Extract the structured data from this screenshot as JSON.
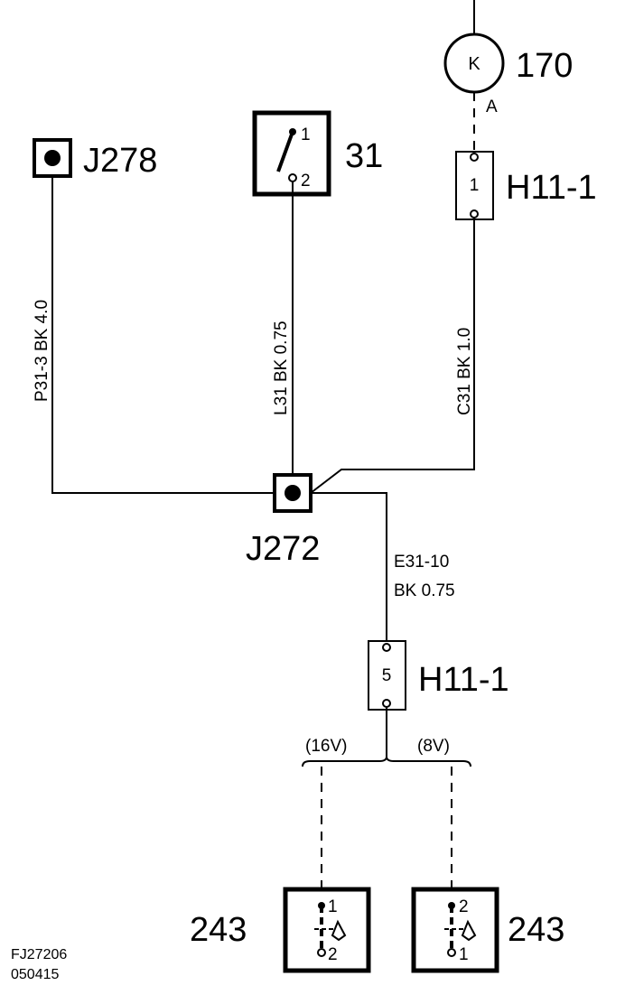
{
  "components": {
    "j278": {
      "label": "J278"
    },
    "switch31": {
      "label": "31",
      "pin_top": "1",
      "pin_bottom": "2"
    },
    "motor170": {
      "label": "170",
      "symbol": "K",
      "pin": "A"
    },
    "h11_top": {
      "label": "H11-1",
      "pin": "1"
    },
    "j272": {
      "label": "J272"
    },
    "h11_bottom": {
      "label": "H11-1",
      "pin": "5"
    },
    "sw243_left": {
      "label": "243",
      "pin_top": "1",
      "pin_bottom": "2"
    },
    "sw243_right": {
      "label": "243",
      "pin_top": "2",
      "pin_bottom": "1"
    }
  },
  "wires": {
    "p31": "P31-3  BK  4.0",
    "l31": "L31  BK  0.75",
    "c31": "C31  BK  1.0",
    "e31_line1": "E31-10",
    "e31_line2": "BK  0.75"
  },
  "branches": {
    "left": "(16V)",
    "right": "(8V)"
  },
  "footer": {
    "code": "FJ27206",
    "date": "050415"
  }
}
